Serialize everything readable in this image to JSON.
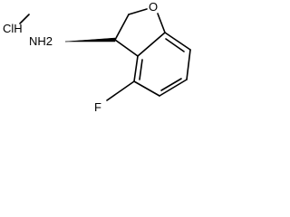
{
  "molecule": {
    "salt_label": "ClH",
    "atoms": {
      "oxygen": "O",
      "amine": "NH2",
      "fluorine": "F"
    }
  },
  "colors": {
    "bond": "#000000",
    "text": "#000000",
    "background": "#ffffff"
  }
}
